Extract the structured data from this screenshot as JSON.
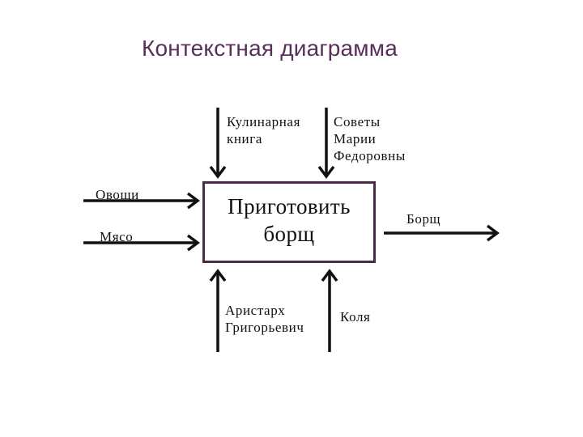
{
  "title": "Контекстная диаграмма",
  "colors": {
    "title": "#5a2e5a",
    "box_border": "#4a2c46",
    "arrows": "#111111"
  },
  "process": {
    "label": "Приготовить\nборщ"
  },
  "controls": [
    {
      "label": "Кулинарная\nкнига"
    },
    {
      "label": "Советы\nМарии\nФедоровны"
    }
  ],
  "inputs": [
    {
      "label": "Овощи"
    },
    {
      "label": "Мясо"
    }
  ],
  "outputs": [
    {
      "label": "Борщ"
    }
  ],
  "mechanisms": [
    {
      "label": "Аристарх\nГригорьевич"
    },
    {
      "label": "Коля"
    }
  ]
}
